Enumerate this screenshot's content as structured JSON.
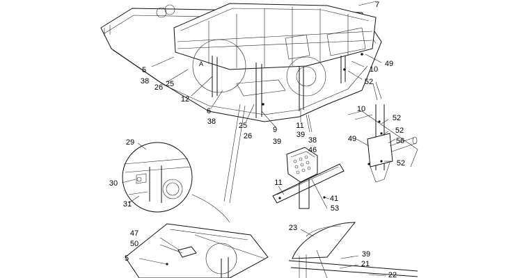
{
  "drawing": {
    "callouts": [
      {
        "id": "c7",
        "text": "7"
      },
      {
        "id": "c5a",
        "text": "5"
      },
      {
        "id": "c38a",
        "text": "38"
      },
      {
        "id": "c26a",
        "text": "26"
      },
      {
        "id": "c25a",
        "text": "25"
      },
      {
        "id": "cA",
        "text": "A"
      },
      {
        "id": "c12",
        "text": "12"
      },
      {
        "id": "c6",
        "text": "6"
      },
      {
        "id": "c38b",
        "text": "38"
      },
      {
        "id": "c25b",
        "text": "25"
      },
      {
        "id": "c26b",
        "text": "26"
      },
      {
        "id": "c9",
        "text": "9"
      },
      {
        "id": "c39a",
        "text": "39"
      },
      {
        "id": "c11a",
        "text": "11"
      },
      {
        "id": "c39b",
        "text": "39"
      },
      {
        "id": "c10a",
        "text": "10"
      },
      {
        "id": "c49a",
        "text": "49"
      },
      {
        "id": "c52a",
        "text": "52"
      },
      {
        "id": "c10b",
        "text": "10"
      },
      {
        "id": "c52b",
        "text": "52"
      },
      {
        "id": "c52c",
        "text": "52"
      },
      {
        "id": "c49b",
        "text": "49"
      },
      {
        "id": "c56",
        "text": "56"
      },
      {
        "id": "c52d",
        "text": "52"
      },
      {
        "id": "c38c",
        "text": "38"
      },
      {
        "id": "c46",
        "text": "46"
      },
      {
        "id": "c11b",
        "text": "11"
      },
      {
        "id": "c41",
        "text": "41"
      },
      {
        "id": "c53",
        "text": "53"
      },
      {
        "id": "c29",
        "text": "29"
      },
      {
        "id": "c30",
        "text": "30"
      },
      {
        "id": "c31",
        "text": "31"
      },
      {
        "id": "c47",
        "text": "47"
      },
      {
        "id": "c50",
        "text": "50"
      },
      {
        "id": "c5b",
        "text": "5"
      },
      {
        "id": "c23",
        "text": "23"
      },
      {
        "id": "c39c",
        "text": "39"
      },
      {
        "id": "c21",
        "text": "21"
      },
      {
        "id": "c22",
        "text": "22"
      }
    ]
  }
}
